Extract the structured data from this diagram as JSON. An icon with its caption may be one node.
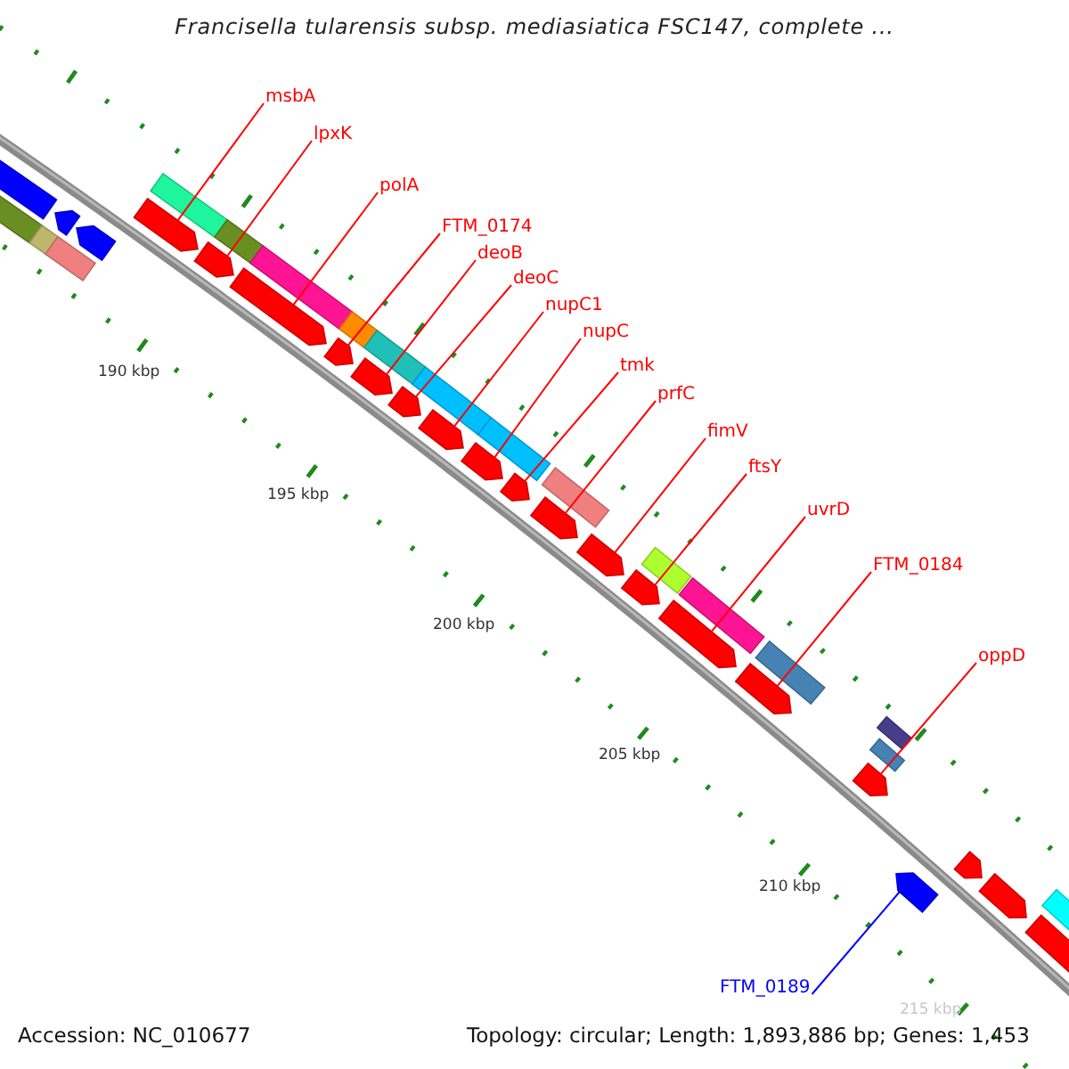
{
  "diagram": {
    "title": "Francisella tularensis subsp. mediasiatica FSC147, complete ...",
    "nodes": [
      {
        "text": [
          "msbA"
        ]
      },
      {
        "text": [
          "lpxK"
        ]
      },
      {
        "text": [
          "polA"
        ]
      },
      {
        "text": [
          "FTM_0174"
        ]
      },
      {
        "text": [
          "deoB"
        ]
      },
      {
        "text": [
          "deoC"
        ]
      },
      {
        "text": [
          "nupC1"
        ]
      },
      {
        "text": [
          "nupC"
        ]
      },
      {
        "text": [
          "tmk"
        ]
      },
      {
        "text": [
          "prfC"
        ]
      },
      {
        "text": [
          "fimV"
        ]
      },
      {
        "text": [
          "ftsY"
        ]
      },
      {
        "text": [
          "uvrD"
        ]
      },
      {
        "text": [
          "FTM_0184"
        ]
      },
      {
        "text": [
          "oppD"
        ]
      },
      {
        "text": [
          "FTM_0189"
        ]
      },
      {
        "text": [],
        "shape": "arrow"
      },
      {
        "text": [],
        "shape": "arrow"
      },
      {
        "text": [],
        "shape": "arrow"
      },
      {
        "text": [],
        "shape": "arrow"
      },
      {
        "text": [],
        "shape": "arrow"
      },
      {
        "text": [],
        "shape": "arrow"
      },
      {
        "text": [],
        "shape": "arrow"
      },
      {
        "text": [],
        "shape": "arrow"
      },
      {
        "text": [],
        "shape": "arrow"
      },
      {
        "text": [],
        "shape": "arrow"
      },
      {
        "text": [],
        "shape": "arrow"
      },
      {
        "text": [],
        "shape": "arrow"
      },
      {
        "text": [],
        "shape": "arrow"
      },
      {
        "text": [],
        "shape": "arrow"
      },
      {
        "text": [],
        "shape": "arrow"
      },
      {
        "text": [],
        "shape": "arrow"
      },
      {
        "text": [],
        "shape": "arrow"
      },
      {
        "text": [],
        "shape": "arrow"
      },
      {
        "text": [],
        "shape": "arrow"
      },
      {
        "text": [],
        "shape": "box"
      },
      {
        "text": [],
        "shape": "box"
      },
      {
        "text": [],
        "shape": "box"
      },
      {
        "text": [],
        "shape": "arrow"
      },
      {
        "text": [],
        "shape": "arrow"
      },
      {
        "text": [],
        "shape": "arrow"
      },
      {
        "text": [],
        "shape": "box"
      },
      {
        "text": [],
        "shape": "box"
      },
      {
        "text": [],
        "shape": "box"
      },
      {
        "text": [],
        "shape": "box"
      },
      {
        "text": [],
        "shape": "box"
      },
      {
        "text": [],
        "shape": "box"
      },
      {
        "text": [],
        "shape": "box"
      },
      {
        "text": [],
        "shape": "box"
      },
      {
        "text": [],
        "shape": "box"
      },
      {
        "text": [],
        "shape": "box"
      },
      {
        "text": [],
        "shape": "box"
      },
      {
        "text": [],
        "shape": "box"
      },
      {
        "text": [],
        "shape": "box"
      },
      {
        "text": [],
        "shape": "box"
      }
    ],
    "edges": [
      {
        "from": 0,
        "to": 16,
        "arrow": "none"
      },
      {
        "from": 1,
        "to": 17,
        "arrow": "none"
      },
      {
        "from": 2,
        "to": 18,
        "arrow": "none"
      },
      {
        "from": 3,
        "to": 19,
        "arrow": "none"
      },
      {
        "from": 4,
        "to": 20,
        "arrow": "none"
      },
      {
        "from": 5,
        "to": 21,
        "arrow": "none"
      },
      {
        "from": 6,
        "to": 22,
        "arrow": "none"
      },
      {
        "from": 7,
        "to": 23,
        "arrow": "none"
      },
      {
        "from": 8,
        "to": 24,
        "arrow": "none"
      },
      {
        "from": 9,
        "to": 25,
        "arrow": "none"
      },
      {
        "from": 10,
        "to": 26,
        "arrow": "none"
      },
      {
        "from": 11,
        "to": 27,
        "arrow": "none"
      },
      {
        "from": 12,
        "to": 28,
        "arrow": "none"
      },
      {
        "from": 13,
        "to": 29,
        "arrow": "none"
      },
      {
        "from": 14,
        "to": 30,
        "arrow": "none"
      },
      {
        "from": 15,
        "to": 31,
        "arrow": "none",
        "color": "#0000ff"
      }
    ],
    "labels": [
      "190 kbp",
      "195 kbp",
      "200 kbp",
      "205 kbp",
      "210 kbp",
      "215 kbp",
      "Accession: NC_010677",
      "Topology: circular; Length: 1,893,886 bp; Genes: 1,453"
    ]
  }
}
